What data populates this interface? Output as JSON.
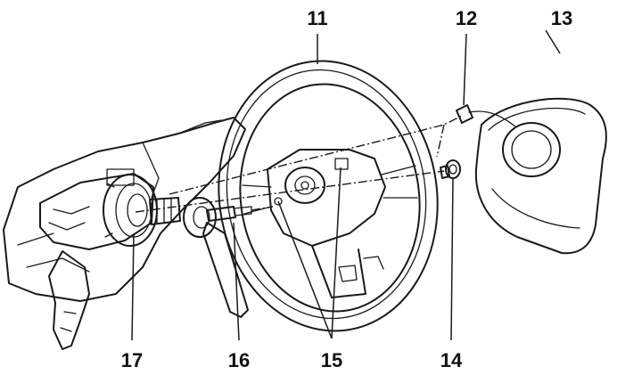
{
  "diagram": {
    "callouts": {
      "c11": "11",
      "c12": "12",
      "c13": "13",
      "c14": "14",
      "c15": "15",
      "c16": "16",
      "c17": "17"
    },
    "colors": {
      "ink": "#1a1a1a",
      "background": "#ffffff",
      "shade": "#d9d9d9"
    }
  }
}
